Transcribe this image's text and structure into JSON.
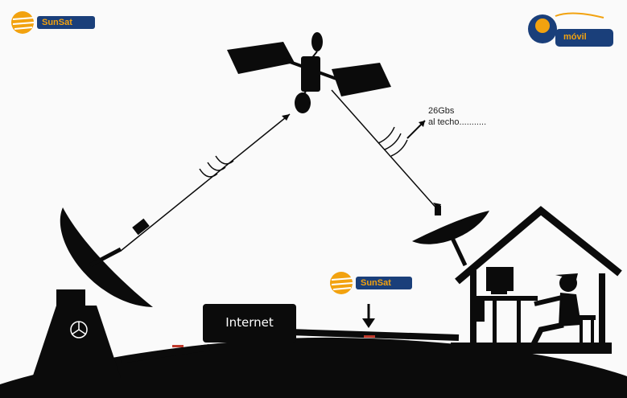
{
  "logos": {
    "left_text": "SunSat",
    "center_text": "SunSat",
    "right_text": "móvil"
  },
  "labels": {
    "internet": "Internet",
    "speed_line1": "26Gbs",
    "speed_line2": "al techo..........."
  },
  "colors": {
    "silhouette": "#0b0b0b",
    "background": "#fafafa",
    "logo_orange": "#f2a20f",
    "logo_blue": "#1a3f7a",
    "cable_marker": "#c0392b"
  }
}
